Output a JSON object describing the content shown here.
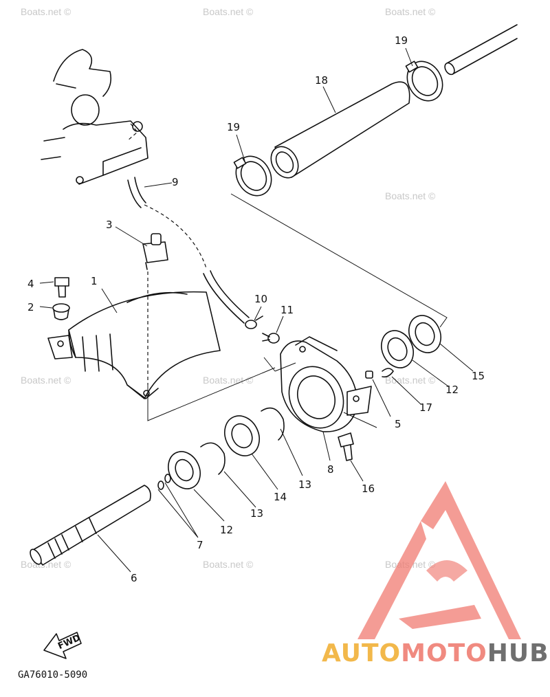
{
  "diagram": {
    "drawing_code": "GA76010-5090",
    "forward_marker": "FWD",
    "watermark_text": "Boats.net ©",
    "logo": {
      "text": "AUTOMOTOHUB",
      "part_a": "AUTO",
      "part_b": "MOTO",
      "part_c": "HUB",
      "colors": {
        "auto": "#f2b84b",
        "moto": "#f08a80",
        "hub": "#6f6f6f",
        "triangle": "#f07b72"
      }
    },
    "callouts": [
      {
        "id": "c1",
        "number": "1"
      },
      {
        "id": "c2",
        "number": "2"
      },
      {
        "id": "c3",
        "number": "3"
      },
      {
        "id": "c4",
        "number": "4"
      },
      {
        "id": "c5",
        "number": "5"
      },
      {
        "id": "c6",
        "number": "6"
      },
      {
        "id": "c7",
        "number": "7"
      },
      {
        "id": "c8",
        "number": "8"
      },
      {
        "id": "c9",
        "number": "9"
      },
      {
        "id": "c10",
        "number": "10"
      },
      {
        "id": "c11",
        "number": "11"
      },
      {
        "id": "c12a",
        "number": "12"
      },
      {
        "id": "c12b",
        "number": "12"
      },
      {
        "id": "c13a",
        "number": "13"
      },
      {
        "id": "c13b",
        "number": "13"
      },
      {
        "id": "c14",
        "number": "14"
      },
      {
        "id": "c15",
        "number": "15"
      },
      {
        "id": "c16",
        "number": "16"
      },
      {
        "id": "c17",
        "number": "17"
      },
      {
        "id": "c18",
        "number": "18"
      },
      {
        "id": "c19a",
        "number": "19"
      },
      {
        "id": "c19b",
        "number": "19"
      }
    ]
  }
}
